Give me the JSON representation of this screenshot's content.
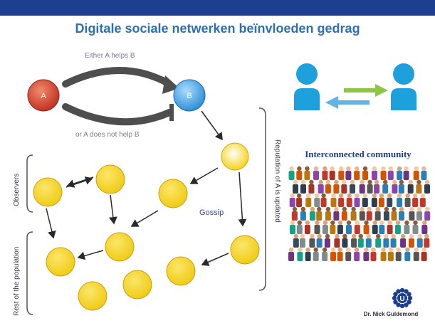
{
  "slide": {
    "title": "Digitale sociale netwerken beïnvloeden gedrag",
    "author": "Dr. Nick Guldemond"
  },
  "diagram": {
    "node_a_label": "A",
    "node_b_label": "B",
    "helps_label": "Either A helps B",
    "not_helps_label": "or A does not help B",
    "gossip_label": "Gossip",
    "observers_label": "Observers",
    "rest_label": "Rest of the population",
    "reputation_label": "Reputation of A is updated"
  },
  "community": {
    "title": "Interconnected  community"
  },
  "colors": {
    "bar": "#1e3f8f",
    "title": "#2e6fb0",
    "node_yellow": "#f5d21a",
    "node_a": "#d0402c",
    "node_b": "#3b9fe0",
    "person_blue": "#1ea0dc",
    "arrow_green": "#8ec63f",
    "arrow_blue": "#63b3e3"
  }
}
